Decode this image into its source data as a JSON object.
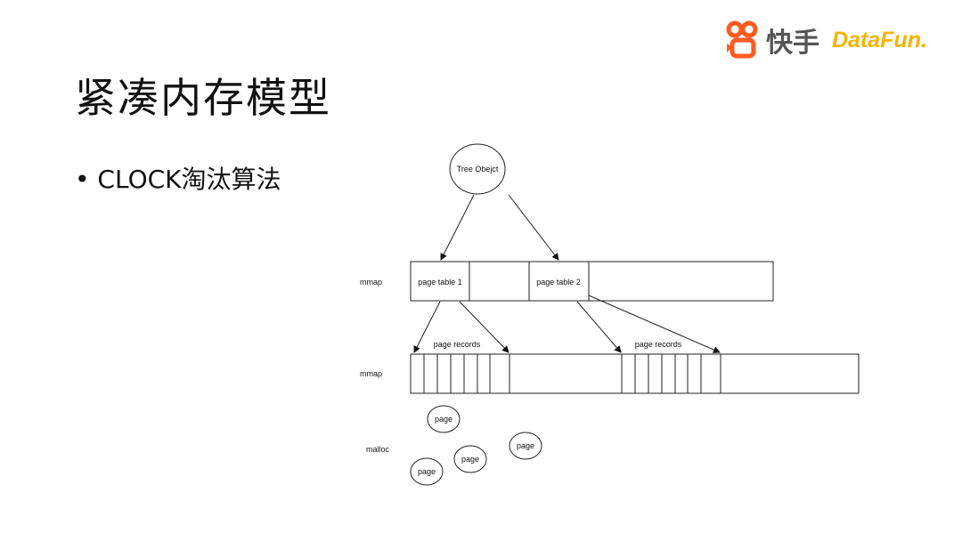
{
  "logo": {
    "kuaishou": "快手",
    "datafun": "DataFun."
  },
  "title": "紧凑内存模型",
  "bullets": [
    "CLOCK淘汰算法"
  ],
  "diagram": {
    "tree_object": "Tree Obejct",
    "row_labels": [
      "mmap",
      "mmap",
      "malloc"
    ],
    "page_table_1": "page table 1",
    "page_table_2": "page table 2",
    "page_records": [
      "page records",
      "page records"
    ],
    "pages": [
      "page",
      "page",
      "page",
      "page"
    ],
    "accent": "#ff5a1f"
  }
}
